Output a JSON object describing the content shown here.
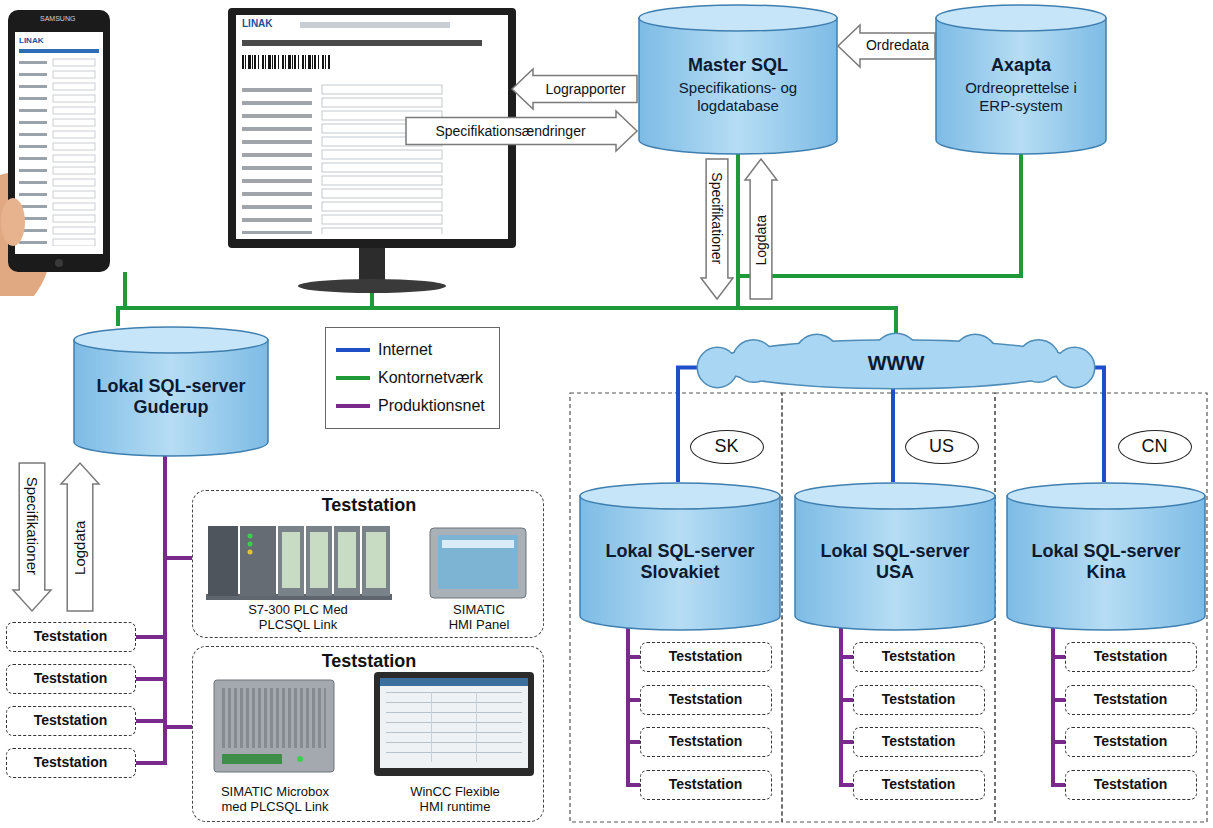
{
  "diagram": {
    "nodes": [
      {
        "text": [
          "Lograpporter"
        ]
      },
      {
        "text": [
          "Specifikationsændringer"
        ]
      },
      {
        "text": [
          "Master SQL",
          "Specifikations- og logdatabase"
        ]
      },
      {
        "text": [
          "Axapta",
          "Ordreoprettelse i ERP-system"
        ]
      },
      {
        "text": [
          "Specifikationer"
        ]
      },
      {
        "text": [
          "Logdata"
        ]
      },
      {
        "text": [
          "Lokal SQL-server Guderup"
        ]
      },
      {
        "text": [
          "WWW"
        ]
      },
      {
        "text": [
          "SK"
        ]
      },
      {
        "text": [
          "US"
        ]
      },
      {
        "text": [
          "CN"
        ]
      },
      {
        "text": [
          "Lokal SQL-server Slovakiet"
        ]
      },
      {
        "text": [
          "Lokal SQL-server USA"
        ]
      },
      {
        "text": [
          "Lokal SQL-server Kina"
        ]
      },
      {
        "text": [
          "Specifikationer"
        ]
      },
      {
        "text": [
          "Logdata"
        ]
      },
      {
        "text": [
          "Teststation",
          "S7-300 PLC Med PLCSQL Link",
          "SIMATIC HMI Panel"
        ]
      },
      {
        "text": [
          "Teststation",
          "SIMATIC Microbox med PLCSQL Link",
          "WinCC Flexible HMI runtime"
        ]
      },
      {
        "text": [
          "Teststation"
        ]
      },
      {
        "text": [
          "Teststation"
        ]
      },
      {
        "text": [
          "Teststation"
        ]
      },
      {
        "text": [
          "Teststation"
        ]
      },
      {
        "text": [
          "Teststation"
        ]
      },
      {
        "text": [
          "Teststation"
        ]
      },
      {
        "text": [
          "Teststation"
        ]
      },
      {
        "text": [
          "Teststation"
        ]
      },
      {
        "text": [
          "Teststation"
        ]
      },
      {
        "text": [
          "Teststation"
        ]
      },
      {
        "text": [
          "Teststation"
        ]
      },
      {
        "text": [
          "Teststation"
        ]
      },
      {
        "text": [
          "Teststation"
        ]
      },
      {
        "text": [
          "Teststation"
        ]
      },
      {
        "text": [
          "Teststation"
        ]
      },
      {
        "text": [
          "Teststation"
        ]
      }
    ],
    "edges": [
      {
        "from": 3,
        "to": 2,
        "label": "Ordredata",
        "arrow": "to"
      },
      {
        "from": 3,
        "to": 2,
        "arrow": "none"
      },
      {
        "from": 2,
        "to": 6,
        "arrow": "none"
      },
      {
        "from": 2,
        "to": 7,
        "arrow": "none"
      },
      {
        "from": 7,
        "to": 11,
        "arrow": "none"
      },
      {
        "from": 7,
        "to": 12,
        "arrow": "none"
      },
      {
        "from": 7,
        "to": 13,
        "arrow": "none"
      },
      {
        "from": 6,
        "to": 16,
        "arrow": "none"
      },
      {
        "from": 6,
        "to": 17,
        "arrow": "none"
      },
      {
        "from": 6,
        "to": 18,
        "arrow": "none"
      },
      {
        "from": 6,
        "to": 19,
        "arrow": "none"
      },
      {
        "from": 6,
        "to": 20,
        "arrow": "none"
      },
      {
        "from": 6,
        "to": 21,
        "arrow": "none"
      },
      {
        "from": 11,
        "to": 22,
        "arrow": "none"
      },
      {
        "from": 11,
        "to": 23,
        "arrow": "none"
      },
      {
        "from": 11,
        "to": 24,
        "arrow": "none"
      },
      {
        "from": 11,
        "to": 25,
        "arrow": "none"
      },
      {
        "from": 12,
        "to": 26,
        "arrow": "none"
      },
      {
        "from": 12,
        "to": 27,
        "arrow": "none"
      },
      {
        "from": 12,
        "to": 28,
        "arrow": "none"
      },
      {
        "from": 12,
        "to": 29,
        "arrow": "none"
      },
      {
        "from": 13,
        "to": 30,
        "arrow": "none"
      },
      {
        "from": 13,
        "to": 31,
        "arrow": "none"
      },
      {
        "from": 13,
        "to": 32,
        "arrow": "none"
      },
      {
        "from": 13,
        "to": 33,
        "arrow": "none"
      }
    ],
    "labels": [
      "SAMSUNG",
      "LINAK",
      "LINAK"
    ],
    "legend": [
      {
        "text": "Internet"
      },
      {
        "text": "Kontornetværk"
      },
      {
        "text": "Produktionsnet"
      }
    ]
  }
}
